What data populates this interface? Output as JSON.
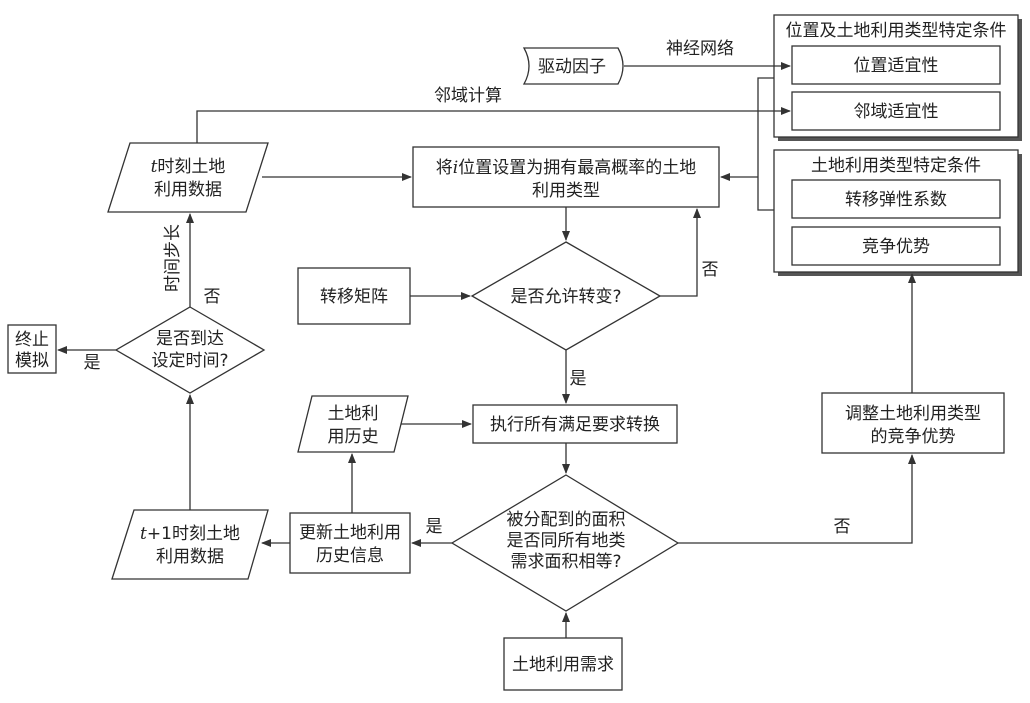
{
  "nodes": {
    "driving_factors": "驱动因子",
    "location_group_title": "位置及土地利用类型特定条件",
    "location_suitability": "位置适宜性",
    "neighborhood_suitability": "邻域适宜性",
    "landuse_group_title": "土地利用类型特定条件",
    "conversion_elasticity": "转移弹性系数",
    "competitive_advantage": "竞争优势",
    "t_landuse_data": {
      "var": "t",
      "line1": "时刻土地",
      "line2": "利用数据"
    },
    "assign_max_prob": {
      "line1_prefix": "将",
      "line1_var": "i",
      "line1_suffix": "位置设置为拥有最高概率的土地",
      "line2": "利用类型"
    },
    "transition_matrix": "转移矩阵",
    "allow_transition": "是否允许转变?",
    "reach_set_time": {
      "line1": "是否到达",
      "line2": "设定时间?"
    },
    "stop_simulation": {
      "line1": "终止",
      "line2": "模拟"
    },
    "landuse_history": {
      "line1": "土地利",
      "line2": "用历史"
    },
    "execute_transitions": "执行所有满足要求转换",
    "adjust_advantage": {
      "line1": "调整土地利用类型",
      "line2": "的竞争优势"
    },
    "area_equal": {
      "line1": "被分配到的面积",
      "line2": "是否同所有地类",
      "line3": "需求面积相等?"
    },
    "update_history": {
      "line1": "更新土地利用",
      "line2": "历史信息"
    },
    "t1_landuse_data": {
      "var": "t",
      "suffix": "+1时刻土地",
      "line2": "利用数据"
    },
    "landuse_demand": "土地利用需求"
  },
  "edge_labels": {
    "neural_network": "神经网络",
    "neighborhood_calc": "邻域计算",
    "time_step": "时间步长",
    "no_time": "否",
    "yes_stop": "是",
    "no_transition": "否",
    "yes_transition": "是",
    "yes_area": "是",
    "no_area": "否"
  }
}
